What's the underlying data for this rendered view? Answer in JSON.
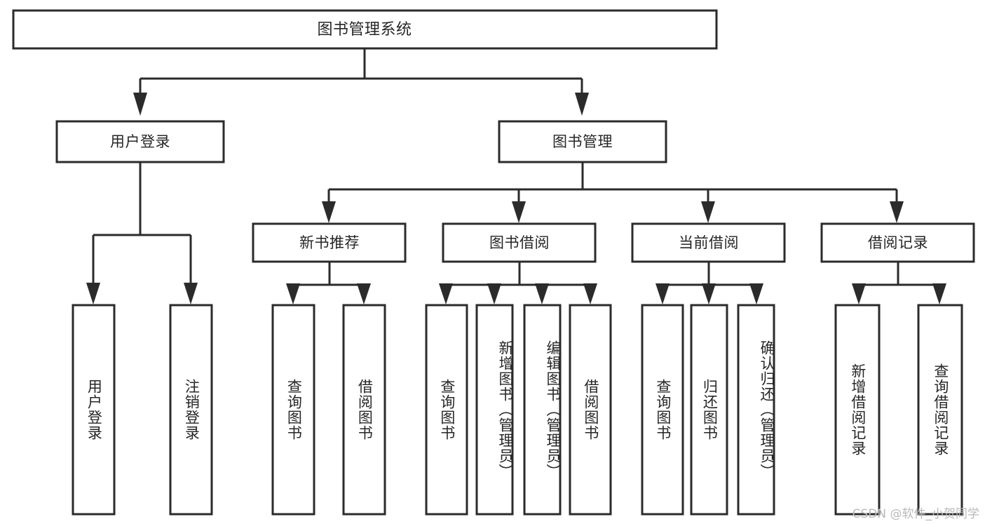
{
  "diagram": {
    "title": "图书管理系统",
    "type": "tree",
    "watermark": "CSDN @软件_小贺同学",
    "nodes": {
      "root": {
        "label": "图书管理系统"
      },
      "level1": [
        {
          "id": "user-login",
          "label": "用户登录"
        },
        {
          "id": "book-manage",
          "label": "图书管理"
        }
      ],
      "level2": [
        {
          "id": "new-book-recommend",
          "label": "新书推荐",
          "parent": "book-manage"
        },
        {
          "id": "book-borrow",
          "label": "图书借阅",
          "parent": "book-manage"
        },
        {
          "id": "current-borrow",
          "label": "当前借阅",
          "parent": "book-manage"
        },
        {
          "id": "borrow-record",
          "label": "借阅记录",
          "parent": "book-manage"
        }
      ],
      "leaves": {
        "user-login": [
          {
            "id": "leaf-user-login",
            "label": "用户登录"
          },
          {
            "id": "leaf-user-logout",
            "label": "注销登录"
          }
        ],
        "new-book-recommend": [
          {
            "id": "leaf-query-book-1",
            "label": "查询图书"
          },
          {
            "id": "leaf-borrow-book-1",
            "label": "借阅图书"
          }
        ],
        "book-borrow": [
          {
            "id": "leaf-query-book-2",
            "label": "查询图书"
          },
          {
            "id": "leaf-add-book",
            "label": "新增图书（管理员）"
          },
          {
            "id": "leaf-edit-book",
            "label": "编辑图书（管理员）"
          },
          {
            "id": "leaf-borrow-book-2",
            "label": "借阅图书"
          }
        ],
        "current-borrow": [
          {
            "id": "leaf-query-book-3",
            "label": "查询图书"
          },
          {
            "id": "leaf-return-book",
            "label": "归还图书"
          },
          {
            "id": "leaf-confirm-return",
            "label": "确认归还（管理员）"
          }
        ],
        "borrow-record": [
          {
            "id": "leaf-add-record",
            "label": "新增借阅记录"
          },
          {
            "id": "leaf-query-record",
            "label": "查询借阅记录"
          }
        ]
      }
    },
    "colors": {
      "stroke": "#2b2b2b",
      "fill": "#ffffff",
      "text": "#262626",
      "watermark": "#b9b9b9"
    }
  }
}
